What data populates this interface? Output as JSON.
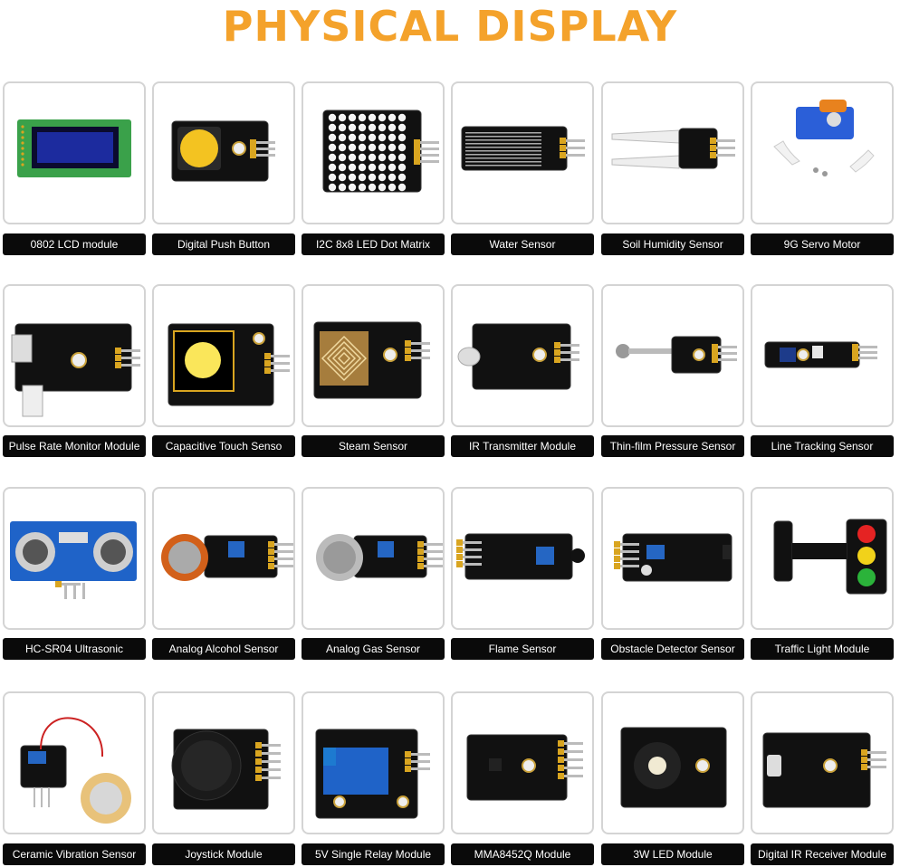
{
  "title": "PHYSICAL DISPLAY",
  "colors": {
    "title": "#f4a22b",
    "label_bg": "#0a0a0a",
    "label_text": "#ffffff",
    "board": "#111111",
    "pin": "#d9a520"
  },
  "modules": [
    {
      "label": "0802 LCD module",
      "icon": "lcd-module-icon"
    },
    {
      "label": "Digital Push Button",
      "icon": "push-button-icon"
    },
    {
      "label": "I2C 8x8 LED Dot Matrix",
      "icon": "led-dot-matrix-icon"
    },
    {
      "label": "Water  Sensor",
      "icon": "water-sensor-icon"
    },
    {
      "label": "Soil Humidity Sensor",
      "icon": "soil-humidity-sensor-icon"
    },
    {
      "label": "9G Servo Motor",
      "icon": "servo-motor-icon"
    },
    {
      "label": "Pulse Rate Monitor Module",
      "icon": "pulse-rate-module-icon"
    },
    {
      "label": "Capacitive Touch Senso",
      "icon": "touch-sensor-icon"
    },
    {
      "label": "Steam Sensor",
      "icon": "steam-sensor-icon"
    },
    {
      "label": "IR Transmitter Module",
      "icon": "ir-transmitter-icon"
    },
    {
      "label": "Thin-film Pressure Sensor",
      "icon": "pressure-sensor-icon"
    },
    {
      "label": "Line Tracking Sensor",
      "icon": "line-tracking-sensor-icon"
    },
    {
      "label": "HC-SR04 Ultrasonic",
      "icon": "ultrasonic-sensor-icon"
    },
    {
      "label": "Analog Alcohol Sensor",
      "icon": "alcohol-sensor-icon"
    },
    {
      "label": "Analog Gas Sensor",
      "icon": "gas-sensor-icon"
    },
    {
      "label": "Flame Sensor",
      "icon": "flame-sensor-icon"
    },
    {
      "label": "Obstacle Detector Sensor",
      "icon": "obstacle-sensor-icon"
    },
    {
      "label": "Traffic Light Module",
      "icon": "traffic-light-icon"
    },
    {
      "label": "Ceramic Vibration Sensor",
      "icon": "vibration-sensor-icon"
    },
    {
      "label": "Joystick Module",
      "icon": "joystick-module-icon"
    },
    {
      "label": "5V Single Relay Module",
      "icon": "relay-module-icon"
    },
    {
      "label": "MMA8452Q Module",
      "icon": "accelerometer-module-icon"
    },
    {
      "label": "3W LED Module",
      "icon": "led-module-icon"
    },
    {
      "label": "Digital IR Receiver Module",
      "icon": "ir-receiver-icon"
    }
  ]
}
